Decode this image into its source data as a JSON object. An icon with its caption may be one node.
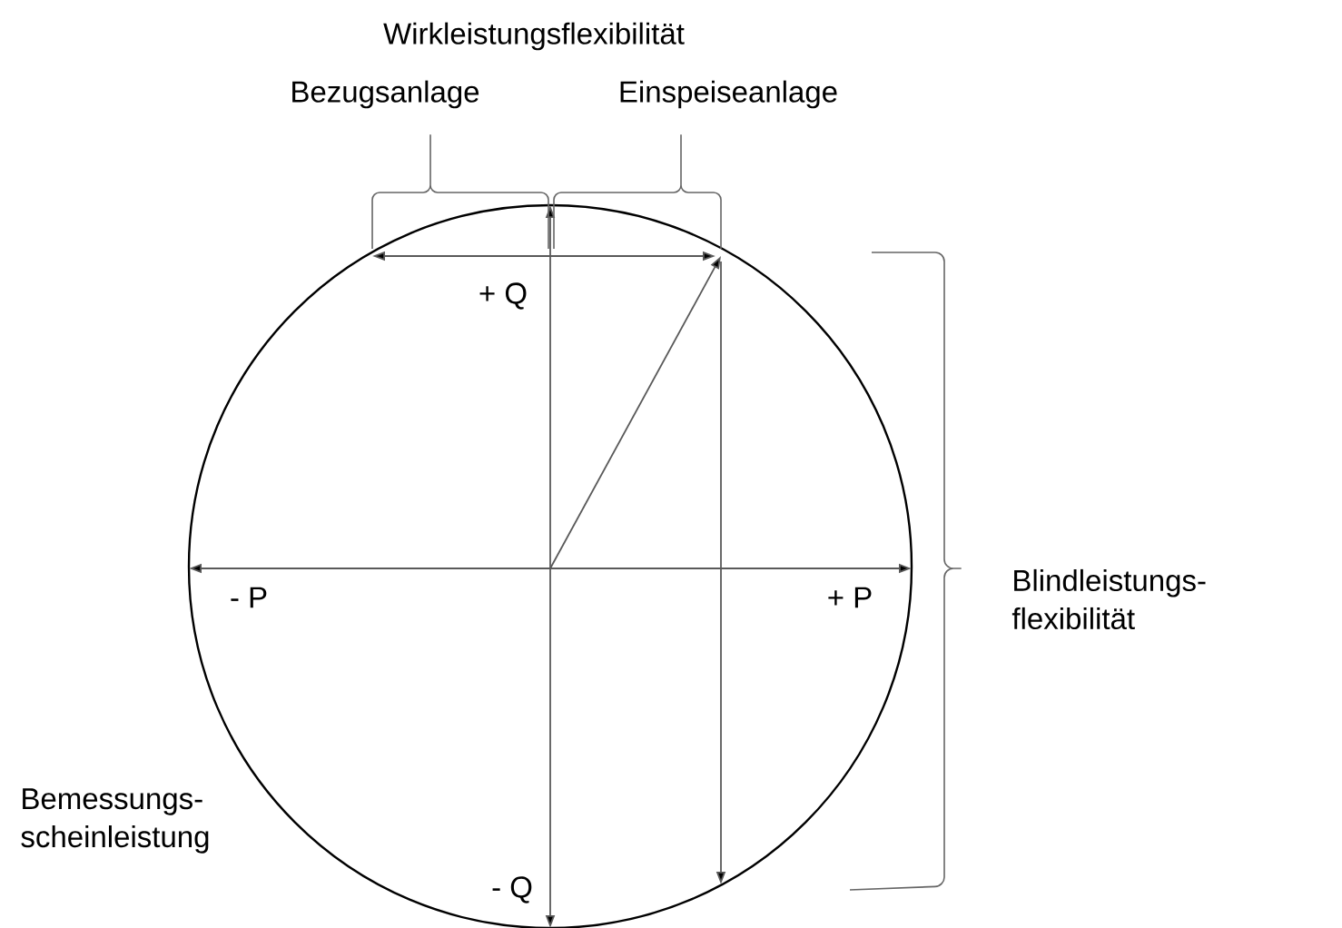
{
  "diagram": {
    "labels": [
      "Wirkleistungsflexibilität",
      "Bezugsanlage",
      "Einspeiseanlage",
      "+ Q",
      "- P",
      "+ P",
      "Blindleistungs- flexibilität",
      "Bemessungs- scheinleistung",
      "- Q"
    ]
  }
}
